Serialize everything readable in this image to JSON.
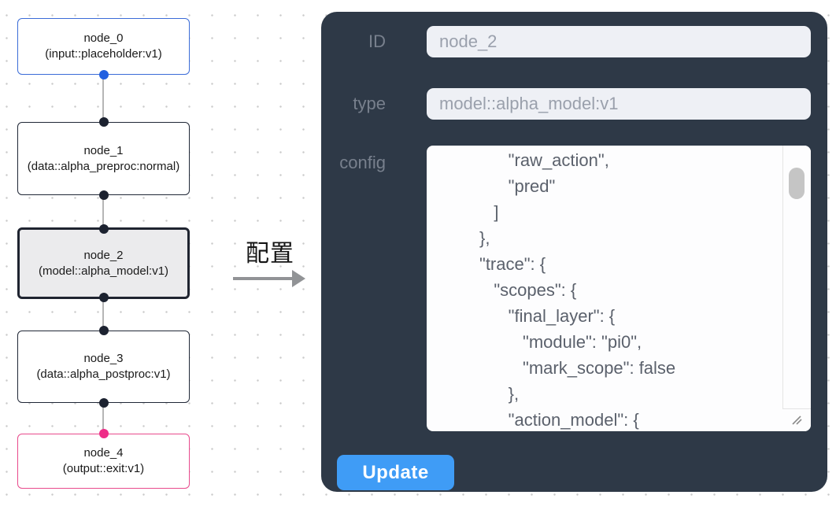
{
  "flowchart": {
    "nodes": [
      {
        "name": "node_0",
        "type_label": "(input::placeholder:v1)",
        "role": "input",
        "selected": false
      },
      {
        "name": "node_1",
        "type_label": "(data::alpha_preproc:normal)",
        "role": "data",
        "selected": false
      },
      {
        "name": "node_2",
        "type_label": "(model::alpha_model:v1)",
        "role": "model",
        "selected": true
      },
      {
        "name": "node_3",
        "type_label": "(data::alpha_postproc:v1)",
        "role": "data",
        "selected": false
      },
      {
        "name": "node_4",
        "type_label": "(output::exit:v1)",
        "role": "output",
        "selected": false
      }
    ]
  },
  "transition": {
    "label": "配置"
  },
  "panel": {
    "fields": [
      {
        "label": "ID",
        "value": "node_2"
      },
      {
        "label": "type",
        "value": "model::alpha_model:v1"
      },
      {
        "label": "config",
        "value": "               \"raw_action\",\n               \"pred\"\n            ]\n         },\n         \"trace\": {\n            \"scopes\": {\n               \"final_layer\": {\n                  \"module\": \"pi0\",\n                  \"mark_scope\": false\n               },\n               \"action_model\": {"
      }
    ],
    "update_button_label": "Update"
  },
  "colors": {
    "panel_bg": "#2e3947",
    "panel_label": "#78808d",
    "input_bg": "#eef0f5",
    "input_text": "#9aa0ac",
    "config_bg": "#fdfdfe",
    "config_text": "#5b616c",
    "update_button_bg": "#3f9cf6",
    "update_button_text": "#ffffff",
    "node_default_border": "#202736",
    "node_input_border": "#3b6cd8",
    "node_output_border": "#e84a8c",
    "node_selected_bg": "#ebebed",
    "edge_line": "#b6b6b6",
    "port_blue": "#2260e0",
    "port_dark": "#1c2230",
    "port_pink": "#ee2d88",
    "grid_dot": "#cbcbcb",
    "arrow": "#919396"
  }
}
